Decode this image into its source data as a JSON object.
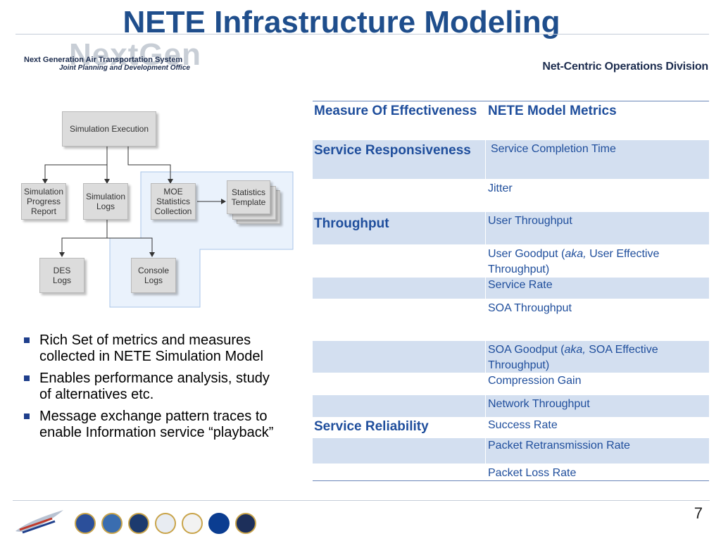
{
  "title": "NETE Infrastructure Modeling",
  "header": {
    "logo_watermark": "NextGen",
    "logo_line1": "Next Generation Air Transportation System",
    "logo_line2": "Joint Planning and Development Office",
    "division": "Net-Centric Operations Division"
  },
  "diagram": {
    "sim_exec": "Simulation Execution",
    "progress": [
      "Simulation",
      "Progress",
      "Report"
    ],
    "sim_logs": [
      "Simulation",
      "Logs"
    ],
    "moe": [
      "MOE",
      "Statistics",
      "Collection"
    ],
    "stats_template": [
      "Statistics",
      "Template"
    ],
    "des_logs": [
      "DES",
      "Logs"
    ],
    "console_logs": [
      "Console",
      "Logs"
    ]
  },
  "bullets": [
    "Rich Set of metrics and measures collected in NETE Simulation Model",
    "Enables performance analysis, study of alternatives etc.",
    "Message exchange pattern traces to enable Information service “playback”"
  ],
  "table": {
    "header": {
      "col1": "Measure Of Effectiveness",
      "col2": "NETE Model Metrics"
    },
    "rows": [
      {
        "moe": "Service Responsiveness",
        "metric": "Service Completion Time"
      },
      {
        "moe": "",
        "metric": "Jitter"
      },
      {
        "moe": "Throughput",
        "metric": "User Throughput"
      },
      {
        "moe": "",
        "metric_pre": "User Goodput (",
        "metric_em": "aka,",
        "metric_post": " User Effective Throughput)"
      },
      {
        "moe": "",
        "metric": "Service Rate"
      },
      {
        "moe": "",
        "metric": "SOA Throughput"
      },
      {
        "moe": "",
        "metric_pre": "SOA Goodput (",
        "metric_em": "aka,",
        "metric_post": " SOA Effective Throughput)"
      },
      {
        "moe": "",
        "metric": "Compression Gain"
      },
      {
        "moe": "",
        "metric": "Network Throughput"
      },
      {
        "moe": "Service Reliability",
        "metric": "Success Rate"
      },
      {
        "moe": "",
        "metric": "Packet Retransmission Rate"
      },
      {
        "moe": "",
        "metric": "Packet Loss Rate"
      }
    ]
  },
  "page_number": "7",
  "colors": {
    "title": "#1f4e8c",
    "table_shade": "#d3dff0",
    "table_text": "#1f4e9c",
    "bullet": "#1f3f8c"
  }
}
